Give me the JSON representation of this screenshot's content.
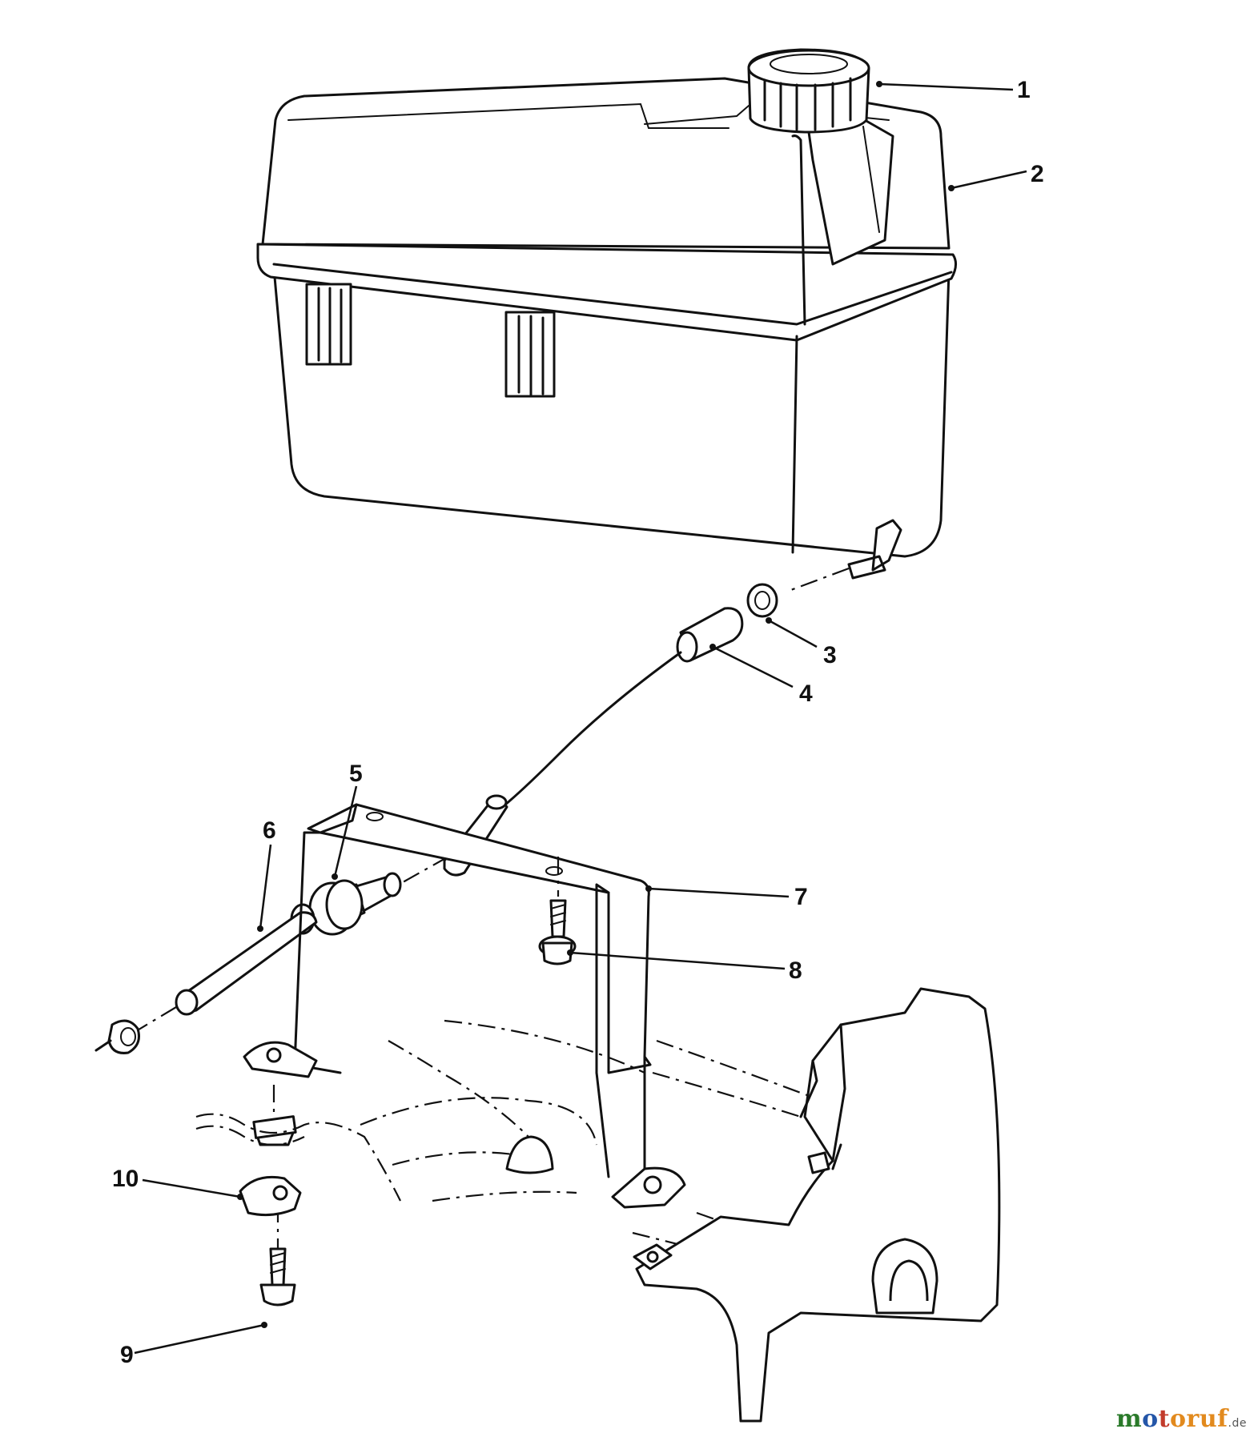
{
  "callouts": [
    "1",
    "2",
    "3",
    "4",
    "5",
    "6",
    "7",
    "8",
    "9",
    "10"
  ],
  "watermark": {
    "parts": [
      "m",
      "o",
      "t",
      "oruf"
    ],
    "suffix": ".de"
  },
  "colors": {
    "line": "#111111",
    "background": "#ffffff",
    "watermark_green": "#2a7a2a",
    "watermark_blue": "#2456a8",
    "watermark_red": "#c23b2b",
    "watermark_orange": "#e28a1e"
  }
}
